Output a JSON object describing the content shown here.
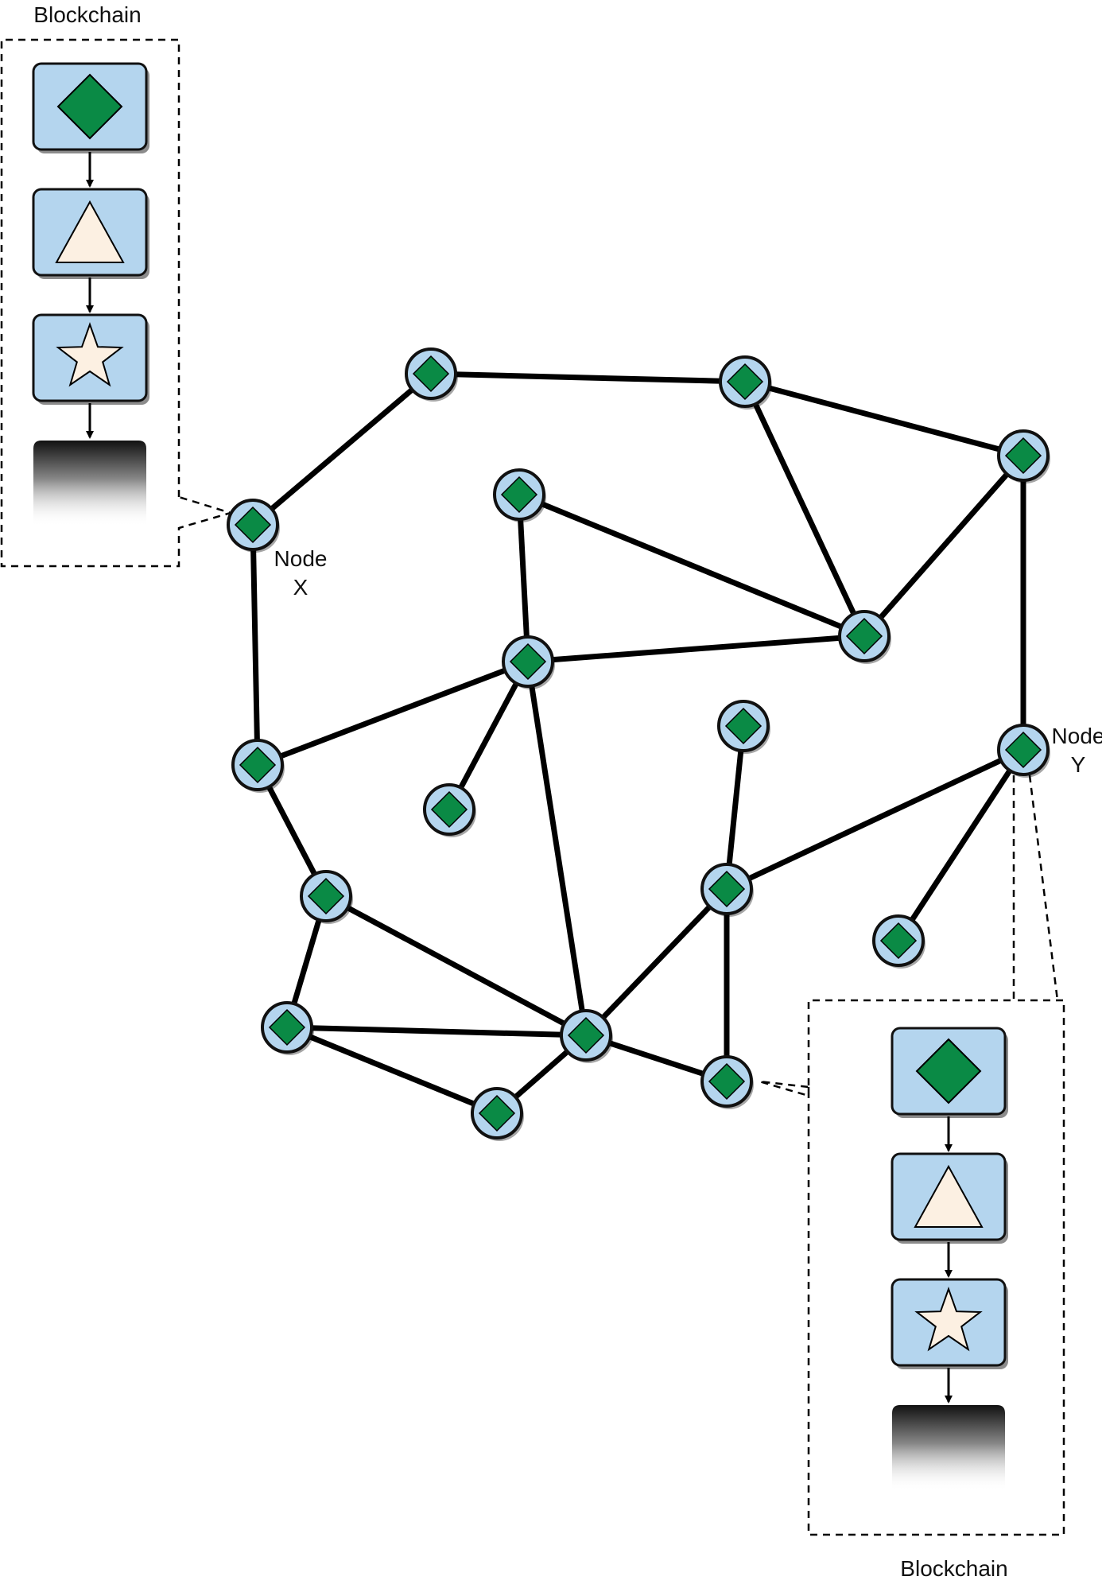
{
  "diagram": {
    "blockchain_label_left": "Blockchain",
    "blockchain_label_right": "Blockchain",
    "node_x_label": [
      "Node",
      "X"
    ],
    "node_y_label": [
      "Node",
      "Y"
    ],
    "colors": {
      "node_fill": "#b4d5ee",
      "node_stroke": "#111111",
      "diamond_fill": "#0a8a45",
      "block_fill": "#b4d5ee",
      "triangle_fill": "#fcf0e2",
      "star_fill": "#fcf0e2",
      "edge": "#000000"
    },
    "blockchain_blocks": [
      {
        "icon": "diamond-icon"
      },
      {
        "icon": "triangle-icon"
      },
      {
        "icon": "star-icon"
      },
      {
        "icon": "faded-block-icon"
      }
    ],
    "nodes": [
      {
        "id": "n1"
      },
      {
        "id": "n2"
      },
      {
        "id": "n3"
      },
      {
        "id": "x"
      },
      {
        "id": "n5"
      },
      {
        "id": "n6"
      },
      {
        "id": "n7"
      },
      {
        "id": "n8"
      },
      {
        "id": "n9"
      },
      {
        "id": "n10"
      },
      {
        "id": "y"
      },
      {
        "id": "n12"
      },
      {
        "id": "n13"
      },
      {
        "id": "n14"
      },
      {
        "id": "n15"
      },
      {
        "id": "n16"
      },
      {
        "id": "n17"
      },
      {
        "id": "n18"
      },
      {
        "id": "n19"
      }
    ],
    "edges": [
      [
        "x",
        "n1"
      ],
      [
        "n1",
        "n2"
      ],
      [
        "n2",
        "n3"
      ],
      [
        "n2",
        "n6"
      ],
      [
        "n3",
        "n6"
      ],
      [
        "n3",
        "y"
      ],
      [
        "n5",
        "n6"
      ],
      [
        "n5",
        "n7"
      ],
      [
        "n7",
        "n6"
      ],
      [
        "x",
        "n9"
      ],
      [
        "n9",
        "n7"
      ],
      [
        "n7",
        "n8"
      ],
      [
        "n7",
        "n15"
      ],
      [
        "n9",
        "n12"
      ],
      [
        "n12",
        "n15"
      ],
      [
        "n12",
        "n14"
      ],
      [
        "n14",
        "n15"
      ],
      [
        "n14",
        "n16"
      ],
      [
        "n16",
        "n15"
      ],
      [
        "n15",
        "n13"
      ],
      [
        "n15",
        "n17"
      ],
      [
        "n13",
        "n10"
      ],
      [
        "n13",
        "y"
      ],
      [
        "n13",
        "n17"
      ],
      [
        "y",
        "n18"
      ]
    ]
  }
}
